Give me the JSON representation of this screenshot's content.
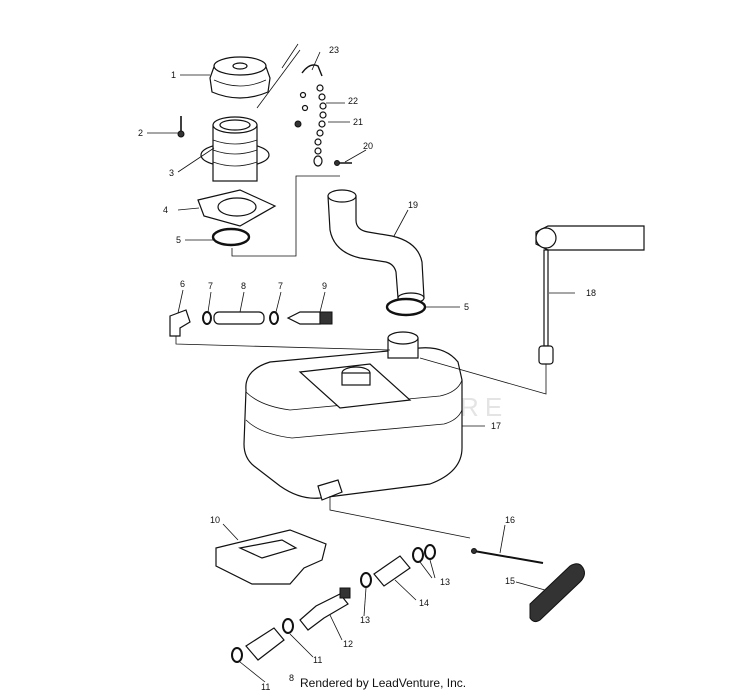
{
  "watermark": "LEADVENTURE",
  "footer": "Rendered by LeadVenture, Inc.",
  "callouts": {
    "c1": "1",
    "c2": "2",
    "c3": "3",
    "c4": "4",
    "c5a": "5",
    "c5b": "5",
    "c6": "6",
    "c7a": "7",
    "c7b": "7",
    "c8a": "8",
    "c8b": "8",
    "c9": "9",
    "c10": "10",
    "c11a": "11",
    "c11b": "11",
    "c12": "12",
    "c13a": "13",
    "c13b": "13",
    "c14": "14",
    "c15": "15",
    "c16": "16",
    "c17": "17",
    "c18": "18",
    "c19": "19",
    "c20": "20",
    "c21": "21",
    "c22": "22",
    "c23": "23"
  }
}
